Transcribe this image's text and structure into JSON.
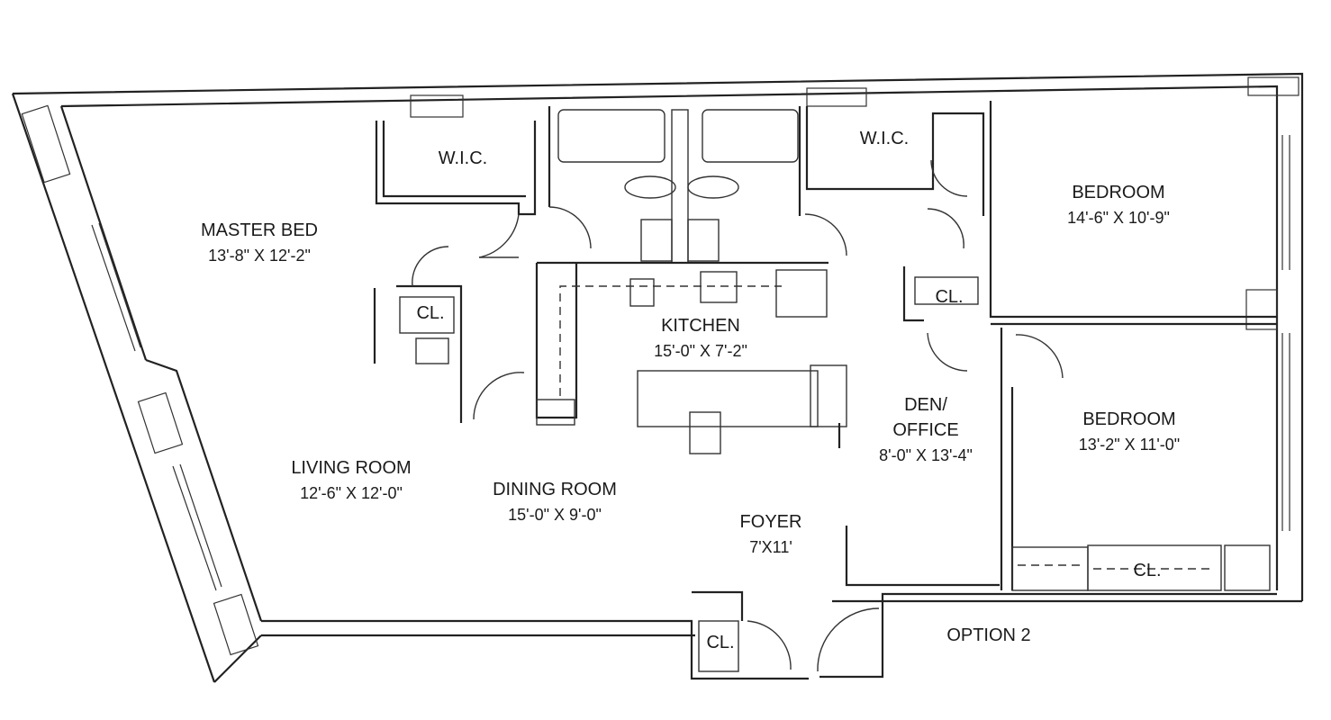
{
  "rooms": {
    "master_bed": {
      "name": "MASTER BED",
      "dims": "13'-8\" X 12'-2\""
    },
    "wic_left": {
      "name": "W.I.C."
    },
    "wic_right": {
      "name": "W.I.C."
    },
    "bedroom_1": {
      "name": "BEDROOM",
      "dims": "14'-6\" X 10'-9\""
    },
    "closet_mb": {
      "name": "CL."
    },
    "closet_den": {
      "name": "CL."
    },
    "kitchen": {
      "name": "KITCHEN",
      "dims": "15'-0\" X 7'-2\""
    },
    "den": {
      "name": "DEN/",
      "name2": "OFFICE",
      "dims": "8'-0\" X 13'-4\""
    },
    "bedroom_2": {
      "name": "BEDROOM",
      "dims": "13'-2\" X 11'-0\""
    },
    "living": {
      "name": "LIVING ROOM",
      "dims": "12'-6\" X 12'-0\""
    },
    "dining": {
      "name": "DINING ROOM",
      "dims": "15'-0\" X 9'-0\""
    },
    "foyer": {
      "name": "FOYER",
      "dims": "7'X11'"
    },
    "closet_br2": {
      "name": "CL."
    },
    "closet_foyer": {
      "name": "CL."
    }
  },
  "plan_label": "OPTION 2",
  "colors": {
    "line": "#222222",
    "background": "#ffffff"
  }
}
